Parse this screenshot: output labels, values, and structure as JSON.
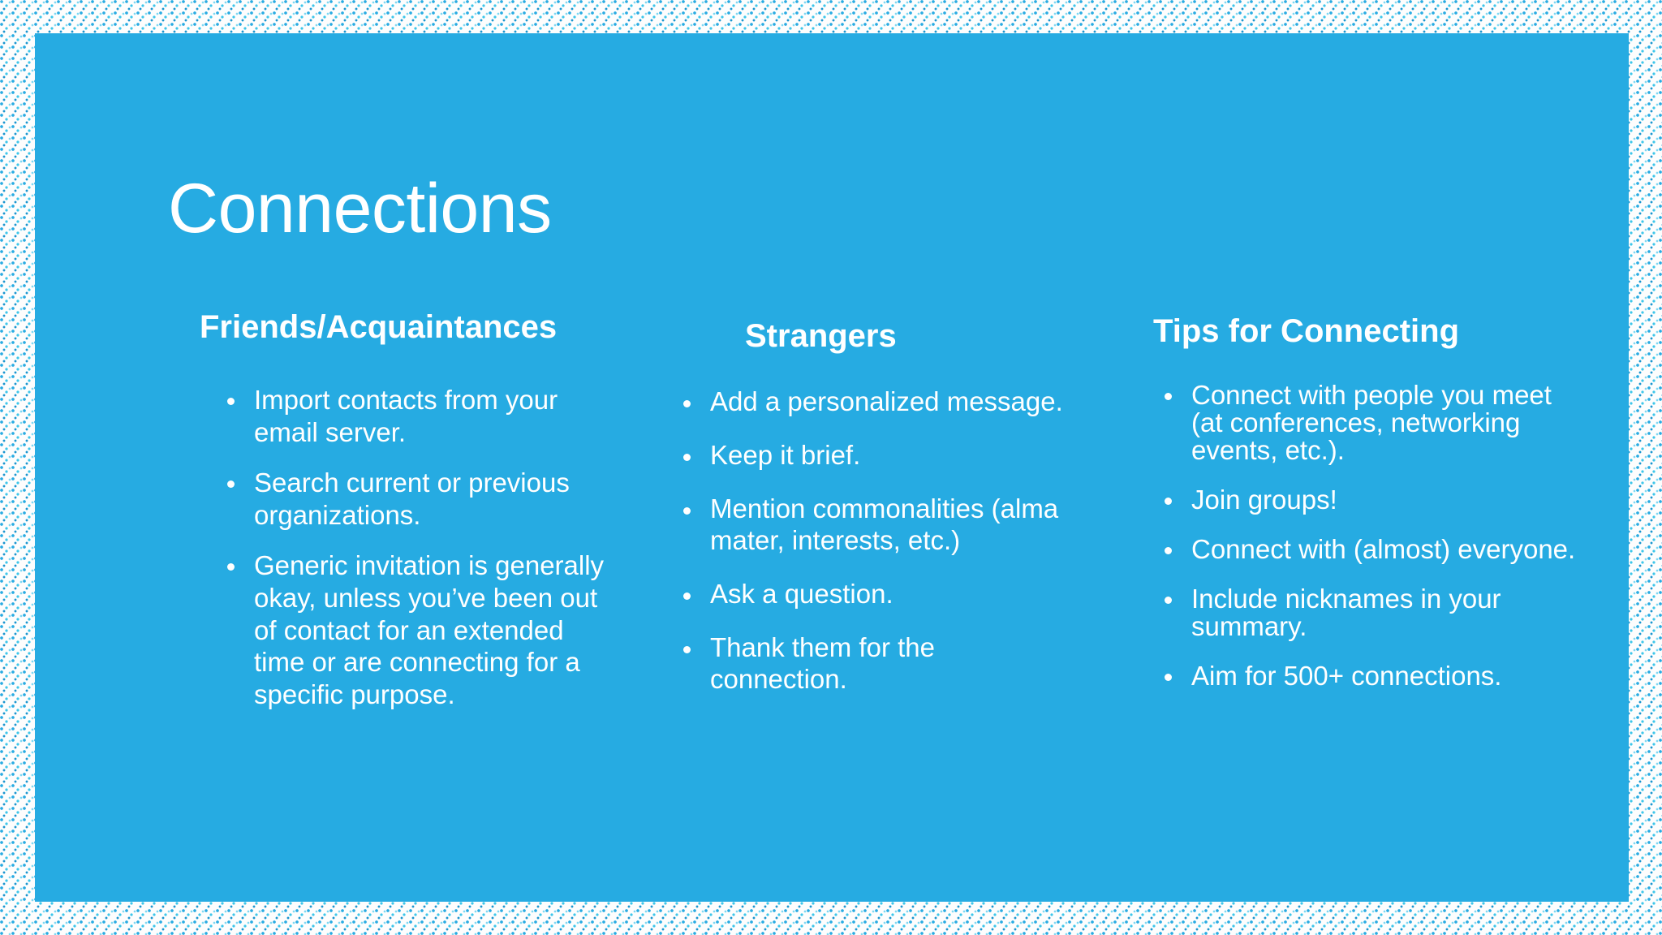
{
  "slide": {
    "title": "Connections",
    "background_color": "#26abe2",
    "text_color": "#ffffff",
    "border_pattern": "blue-dot-weave"
  },
  "columns": [
    {
      "header": "Friends/Acquaintances",
      "bullets": [
        "Import contacts from your email server.",
        "Search current or previous organizations.",
        "Generic invitation is generally okay, unless you’ve been out of contact for an extended time or are connecting for a specific purpose."
      ]
    },
    {
      "header": "Strangers",
      "bullets": [
        "Add a personalized message.",
        "Keep it brief.",
        "Mention commonalities (alma mater, interests, etc.)",
        "Ask a question.",
        "Thank them for the connection."
      ]
    },
    {
      "header": "Tips for Connecting",
      "bullets": [
        "Connect with people you meet (at conferences, networking events, etc.).",
        "Join groups!",
        "Connect with (almost) everyone.",
        "Include nicknames in your summary.",
        "Aim for 500+ connections."
      ]
    }
  ]
}
